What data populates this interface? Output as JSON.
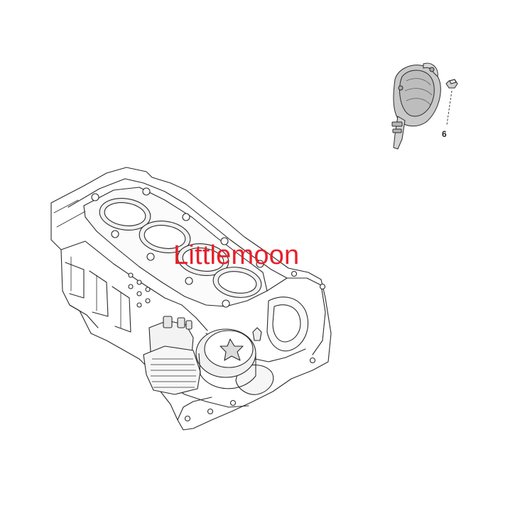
{
  "diagram": {
    "callouts": [
      {
        "label": "6",
        "part": "bolt"
      }
    ],
    "watermark": "Littlemoon",
    "components": [
      {
        "id": "cylinder-block",
        "icon": "engine-block-drawing"
      },
      {
        "id": "vacuum-pump",
        "icon": "vacuum-pump-drawing"
      },
      {
        "id": "oil-filter-housing",
        "icon": "oil-filter-housing-drawing"
      },
      {
        "id": "bolt",
        "icon": "bolt-drawing"
      }
    ],
    "colors": {
      "line": "#2a2a2a",
      "shade": "#d6d6d6",
      "watermark": "#e8202a",
      "background": "#ffffff"
    }
  }
}
